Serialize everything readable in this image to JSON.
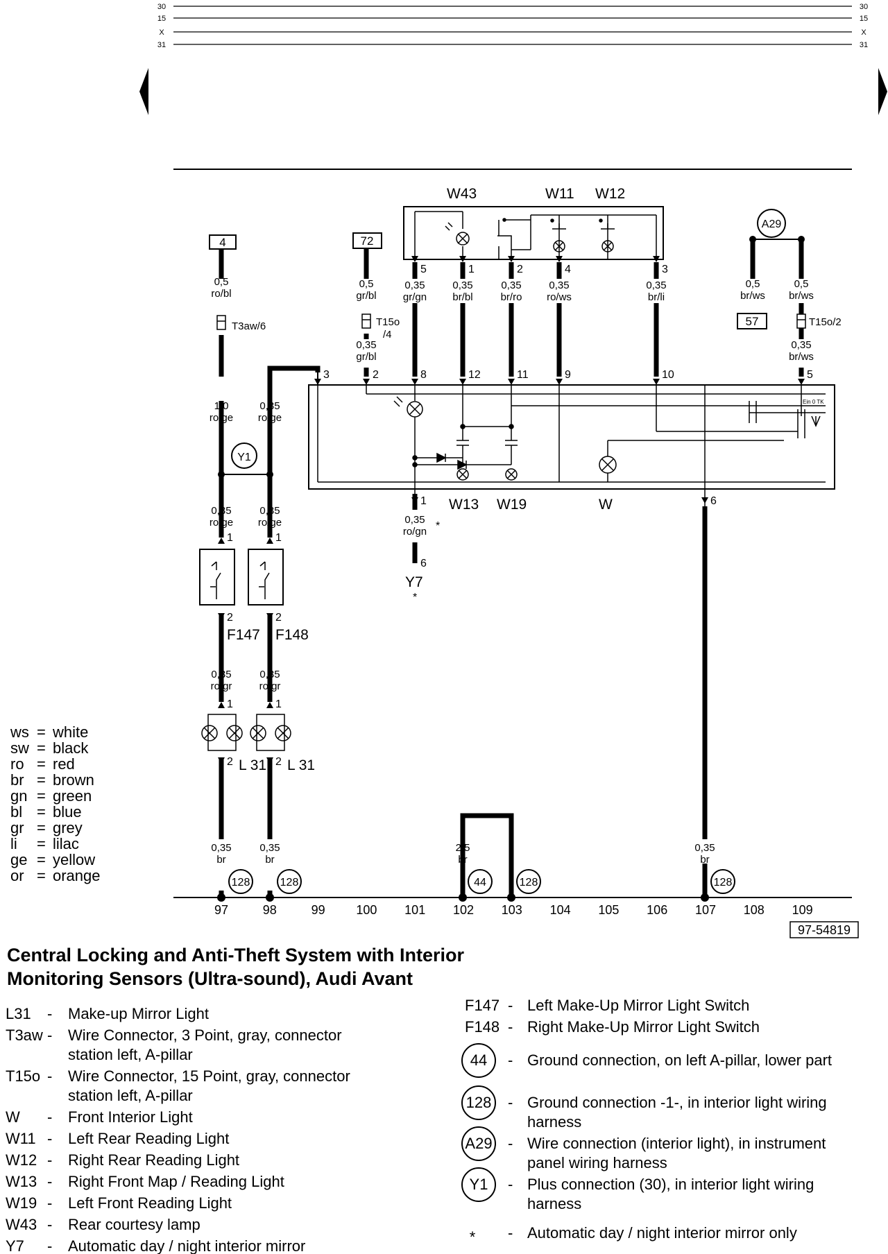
{
  "bus": {
    "labels": [
      "30",
      "15",
      "X",
      "31"
    ]
  },
  "wire_boxes": {
    "b4": "4",
    "b72": "72",
    "b57": "57"
  },
  "wires": {
    "w97_top": [
      "0,5",
      "ro/bl"
    ],
    "w97_mid": [
      "1,0",
      "ro/ge"
    ],
    "w98_mid": [
      "0,35",
      "ro/ge"
    ],
    "w97_a": [
      "0,35",
      "ro/ge"
    ],
    "w98_a": [
      "0,35",
      "ro/ge"
    ],
    "w97_b": [
      "0,35",
      "ro/gr"
    ],
    "w98_b": [
      "0,35",
      "ro/gr"
    ],
    "w97_c": [
      "0,35",
      "br"
    ],
    "w98_c": [
      "0,35",
      "br"
    ],
    "w100_a": [
      "0,5",
      "gr/bl"
    ],
    "w100_b": [
      "0,35",
      "gr/bl"
    ],
    "w101": [
      "0,35",
      "gr/gn"
    ],
    "w102": [
      "0,35",
      "br/bl"
    ],
    "w103": [
      "0,35",
      "br/ro"
    ],
    "w104": [
      "0,35",
      "ro/ws"
    ],
    "w106": [
      "0,35",
      "br/li"
    ],
    "w108_a": [
      "0,5",
      "br/ws"
    ],
    "w109_a": [
      "0,5",
      "br/ws"
    ],
    "w109_b": [
      "0,35",
      "br/ws"
    ],
    "w101_low": [
      "0,35",
      "ro/gn"
    ],
    "w102_low": [
      "2,5",
      "br"
    ],
    "w107_low": [
      "0,35",
      "br"
    ]
  },
  "connectors": {
    "t3aw": "T3aw/6",
    "t15o_a": "T15o",
    "t15o_a2": "/4",
    "t15o_b": "T15o/2"
  },
  "pins": {
    "p_3": "3",
    "p_2": "2",
    "p_8": "8",
    "p_12": "12",
    "p_11": "11",
    "p_9": "9",
    "p_10": "10",
    "p_5": "5",
    "w43_5": "5",
    "w43_1": "1",
    "w43_2": "2",
    "w43_4": "4",
    "w43_3": "3",
    "out_1": "1",
    "out_6": "6",
    "y7_6": "6",
    "f147_1": "1",
    "f148_1": "1",
    "f147_2": "2",
    "f148_2": "2",
    "l31a_1": "1",
    "l31b_1": "1",
    "l31a_2": "2",
    "l31b_2": "2"
  },
  "components": {
    "w43": "W43",
    "w11": "W11",
    "w12": "W12",
    "w13": "W13",
    "w19": "W19",
    "w": "W",
    "y7": "Y7",
    "f147": "F147",
    "f148": "F148",
    "l31a": "L 31",
    "l31b": "L 31",
    "einotk": "Ein 0 TK"
  },
  "circles": {
    "a29": "A29",
    "y1": "Y1",
    "g128_97": "128",
    "g128_98": "128",
    "g44": "44",
    "g128_103": "128",
    "g128_107": "128"
  },
  "asterisks": [
    "*",
    "*"
  ],
  "tracks": [
    "97",
    "98",
    "99",
    "100",
    "101",
    "102",
    "103",
    "104",
    "105",
    "106",
    "107",
    "108",
    "109"
  ],
  "ref_number": "97-54819",
  "color_legend": [
    {
      "code": "ws",
      "name": "white"
    },
    {
      "code": "sw",
      "name": "black"
    },
    {
      "code": "ro",
      "name": "red"
    },
    {
      "code": "br",
      "name": "brown"
    },
    {
      "code": "gn",
      "name": "green"
    },
    {
      "code": "bl",
      "name": "blue"
    },
    {
      "code": "gr",
      "name": "grey"
    },
    {
      "code": "li",
      "name": "lilac"
    },
    {
      "code": "ge",
      "name": "yellow"
    },
    {
      "code": "or",
      "name": "orange"
    }
  ],
  "title": {
    "line1": "Central Locking and Anti-Theft System with Interior",
    "line2": "Monitoring Sensors (Ultra-sound), Audi Avant"
  },
  "key_left": [
    {
      "code": "L31",
      "lines": [
        "Make-up Mirror Light"
      ]
    },
    {
      "code": "T3aw",
      "lines": [
        "Wire Connector, 3 Point, gray, connector",
        "station left, A-pillar"
      ]
    },
    {
      "code": "T15o",
      "lines": [
        "Wire Connector, 15 Point, gray, connector",
        "station left, A-pillar"
      ]
    },
    {
      "code": "W",
      "lines": [
        "Front Interior Light"
      ]
    },
    {
      "code": "W11",
      "lines": [
        "Left Rear Reading Light"
      ]
    },
    {
      "code": "W12",
      "lines": [
        "Right Rear Reading Light"
      ]
    },
    {
      "code": "W13",
      "lines": [
        "Right Front Map / Reading Light"
      ]
    },
    {
      "code": "W19",
      "lines": [
        "Left Front Reading Light"
      ]
    },
    {
      "code": "W43",
      "lines": [
        "Rear courtesy lamp"
      ]
    },
    {
      "code": "Y7",
      "lines": [
        "Automatic day / night interior mirror"
      ]
    }
  ],
  "key_right": [
    {
      "code": "F147",
      "lines": [
        "Left Make-Up Mirror Light Switch"
      ]
    },
    {
      "code": "F148",
      "lines": [
        "Right Make-Up Mirror Light Switch"
      ]
    },
    {
      "code": "44",
      "lines": [
        "Ground connection, on left A-pillar, lower part"
      ]
    },
    {
      "code": "128",
      "lines": [
        "Ground connection -1-, in interior light wiring",
        "harness"
      ]
    },
    {
      "code": "A29",
      "lines": [
        "Wire connection (interior light), in instrument",
        "panel wiring harness"
      ]
    },
    {
      "code": "Y1",
      "lines": [
        "Plus connection (30), in interior light wiring",
        "harness"
      ]
    },
    {
      "code": "*",
      "lines": [
        "Automatic day / night interior mirror only"
      ]
    }
  ]
}
